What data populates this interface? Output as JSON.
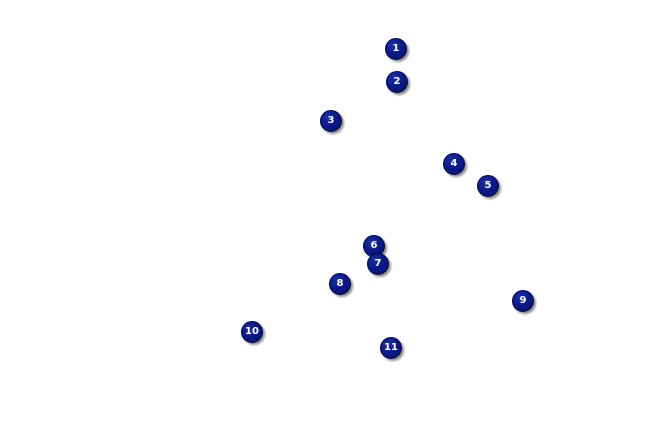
{
  "markers": [
    {
      "label": "1"
    },
    {
      "label": "2"
    },
    {
      "label": "3"
    },
    {
      "label": "4"
    },
    {
      "label": "5"
    },
    {
      "label": "6"
    },
    {
      "label": "7"
    },
    {
      "label": "8"
    },
    {
      "label": "9"
    },
    {
      "label": "10"
    },
    {
      "label": "11"
    }
  ],
  "colors": {
    "marker_fill": "#0a1a8a",
    "marker_text": "#ffffff",
    "background": "#ffffff"
  }
}
